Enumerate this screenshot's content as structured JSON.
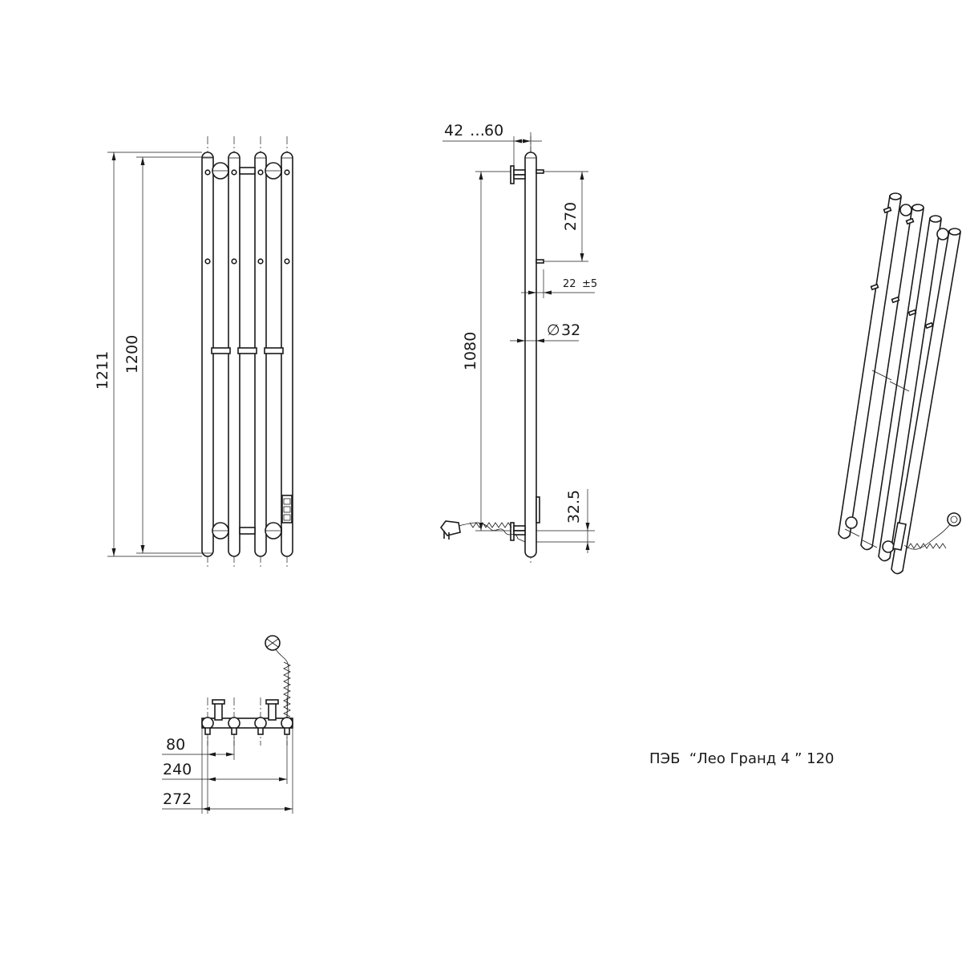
{
  "drawing": {
    "title": "ПЭБ  “Лео Гранд 4 ” 120",
    "front_view": {
      "height_total": "1211",
      "height_mount": "1200"
    },
    "side_view": {
      "depth_range_min": "42",
      "depth_range_sep": "…",
      "depth_range_max": "60",
      "bracket_spacing": "270",
      "wall_offset": "22",
      "wall_offset_tol": "±5",
      "tube_diameter": "32",
      "diameter_symbol": "∅",
      "mount_height": "1080",
      "bottom_offset": "32.5"
    },
    "top_view": {
      "tube_pitch": "80",
      "outer_tube_span": "240",
      "overall_width": "272"
    }
  }
}
